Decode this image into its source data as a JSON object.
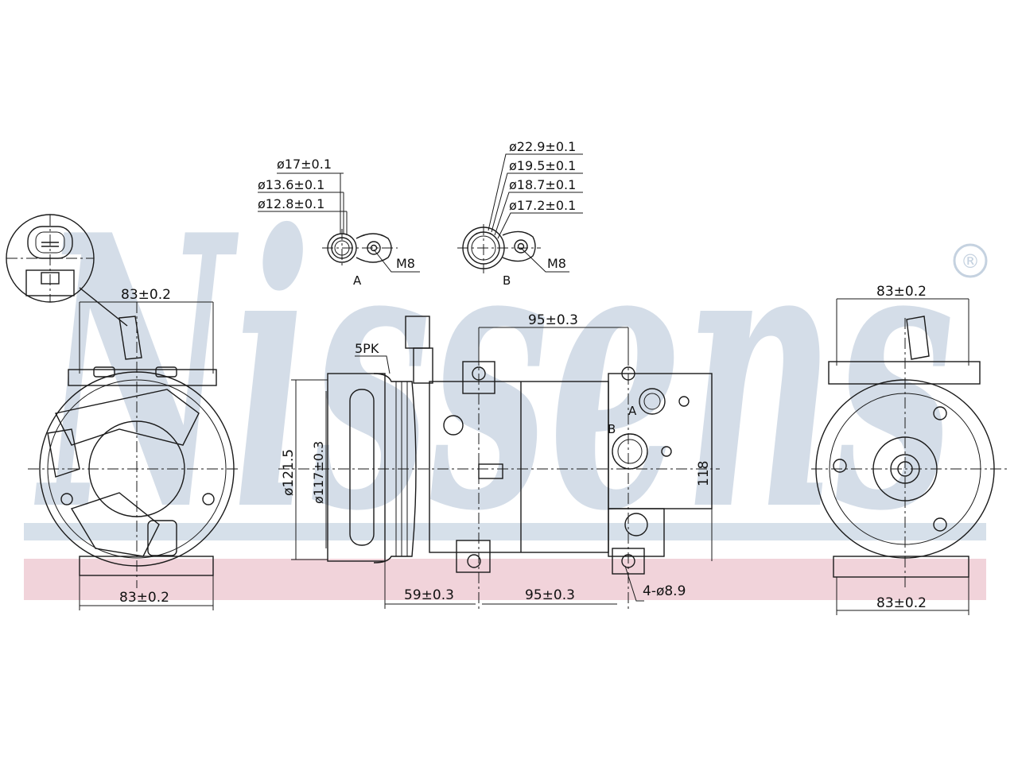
{
  "watermark": {
    "brand": "Nissens",
    "registered_mark": "®",
    "colors": {
      "text": "#c5d2e0",
      "band_blue": "#d6e0ea",
      "band_pink": "#f1d3da"
    }
  },
  "port_a": {
    "label": "A",
    "diameters": [
      "ø17±0.1",
      "ø13.6±0.1",
      "ø12.8±0.1"
    ],
    "thread": "M8"
  },
  "port_b": {
    "label": "B",
    "diameters": [
      "ø22.9±0.1",
      "ø19.5±0.1",
      "ø18.7±0.1",
      "ø17.2±0.1"
    ],
    "thread": "M8"
  },
  "left_view": {
    "top_width": "83±0.2",
    "bottom_width": "83±0.2"
  },
  "side_view": {
    "belt": "5PK",
    "pulley_diameter": "ø121.5",
    "pulley_groove_diameter": "ø117±0.3",
    "top_mount_spacing": "95±0.3",
    "bottom_pulley_offset": "59±0.3",
    "bottom_mount_spacing": "95±0.3",
    "mount_holes": "4-ø8.9",
    "height": "118",
    "port_a_label": "A",
    "port_b_label": "B"
  },
  "right_view": {
    "top_width": "83±0.2",
    "bottom_width": "83±0.2"
  }
}
